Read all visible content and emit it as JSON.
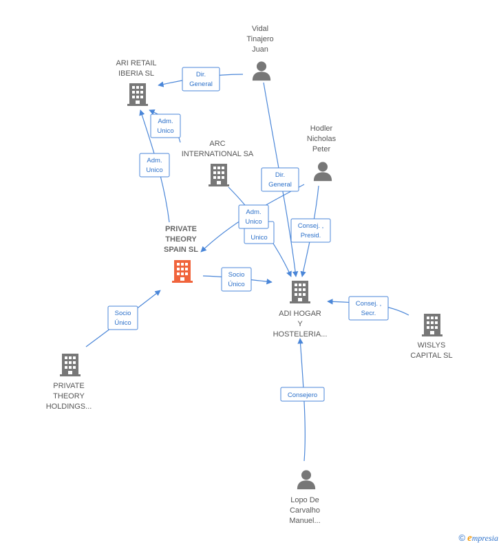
{
  "colors": {
    "edge": "#4a86d8",
    "edge_text": "#2a6fc9",
    "node_icon": "#777777",
    "node_icon_main": "#f0643c",
    "label": "#555555"
  },
  "nodes": [
    {
      "id": "vidal",
      "kind": "person",
      "lines": [
        "Vidal",
        "Tinajero",
        "Juan"
      ]
    },
    {
      "id": "ari",
      "kind": "company",
      "lines": [
        "ARI RETAIL",
        "IBERIA  SL"
      ]
    },
    {
      "id": "arc",
      "kind": "company",
      "lines": [
        "ARC",
        "INTERNATIONAL SA"
      ]
    },
    {
      "id": "hodler",
      "kind": "person",
      "lines": [
        "Hodler",
        "Nicholas",
        "Peter"
      ]
    },
    {
      "id": "pts",
      "kind": "company-main",
      "lines": [
        "PRIVATE",
        "THEORY",
        "SPAIN  SL"
      ]
    },
    {
      "id": "adi",
      "kind": "company",
      "lines": [
        "ADI HOGAR",
        "Y",
        "HOSTELERIA..."
      ]
    },
    {
      "id": "wislys",
      "kind": "company",
      "lines": [
        "WISLYS",
        "CAPITAL  SL"
      ]
    },
    {
      "id": "pth",
      "kind": "company",
      "lines": [
        "PRIVATE",
        "THEORY",
        "HOLDINGS..."
      ]
    },
    {
      "id": "lopo",
      "kind": "person",
      "lines": [
        "Lopo De",
        "Carvalho",
        "Manuel..."
      ]
    }
  ],
  "edges": [
    {
      "id": "vidal-ari",
      "lines": [
        "Dir.",
        "General"
      ]
    },
    {
      "id": "arc-ari",
      "lines": [
        "Adm.",
        "Unico"
      ]
    },
    {
      "id": "pts-ari",
      "lines": [
        "Adm.",
        "Unico"
      ]
    },
    {
      "id": "vidal-adi",
      "lines": [
        "Dir.",
        "General"
      ]
    },
    {
      "id": "hodler-pts",
      "lines": [
        "Adm.",
        "Unico"
      ]
    },
    {
      "id": "arc-adi",
      "lines": [
        "Unico"
      ]
    },
    {
      "id": "hodler-adi",
      "lines": [
        "Consej. ,",
        "Presid."
      ]
    },
    {
      "id": "pts-adi",
      "lines": [
        "Socio",
        "Único"
      ]
    },
    {
      "id": "wislys-adi",
      "lines": [
        "Consej. ,",
        "Secr."
      ]
    },
    {
      "id": "pth-pts",
      "lines": [
        "Socio",
        "Único"
      ]
    },
    {
      "id": "lopo-adi",
      "lines": [
        "Consejero"
      ]
    }
  ],
  "footer": {
    "copyright": "©",
    "brand_initial": "e",
    "brand_rest": "mpresia"
  }
}
